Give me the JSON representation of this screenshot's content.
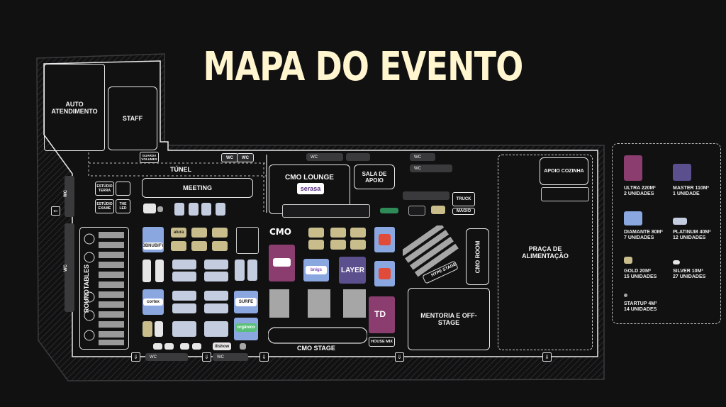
{
  "title": "MAPA DO EVENTO",
  "zones": {
    "auto_atendimento": "AUTO ATENDIMENTO",
    "staff": "STAFF",
    "guarda_volumes": "GUARDA VOLUMES",
    "tunel": "TÚNEL",
    "meeting": "MEETING",
    "estudio_terra": "ESTÚDIO TERRA",
    "estudio_exame": "ESTÚDIO EXAME",
    "the_led": "THE LED",
    "cmo_lounge": "CMO LOUNGE",
    "sala_apoio": "SALA DE APOIO",
    "truck": "TRUCK",
    "magio": "MAGIO",
    "cmo": "CMO",
    "cmo_room": "CMO ROOM",
    "hype_stage": "HYPE STAGE",
    "mentoria": "MENTORIA E OFF-STAGE",
    "cmo_stage": "CMO STAGE",
    "house_mix": "HOUSE MIX",
    "roundtables": "ROUNDTABLES",
    "praca": "PRAÇA DE ALIMENTAÇÃO",
    "apoio_cozinha": "APOIO COZINHA",
    "wc": "WC"
  },
  "brands": {
    "serasa": "serasa",
    "bebullify": "BBNUBIFY",
    "alura": "alura",
    "cortex": "cortex",
    "surfe": "SURFE",
    "organico": "orgânico",
    "layer": "LAYER",
    "bngs": "bnigs",
    "ilishow": "ilishow",
    "td": "TD"
  },
  "legend": [
    {
      "label": "ULTRA 220M²",
      "units": "2 UNIDADES",
      "color": "#8a3d6e"
    },
    {
      "label": "MASTER 110M²",
      "units": "1 UNIDADE",
      "color": "#5b4f8e"
    },
    {
      "label": "DIAMANTE 80M²",
      "units": "7 UNIDADES",
      "color": "#8ba7df"
    },
    {
      "label": "PLATINUM 40M²",
      "units": "12 UNIDADES",
      "color": "#c4cde0"
    },
    {
      "label": "GOLD 20M²",
      "units": "15 UNIDADES",
      "color": "#c9bd8c"
    },
    {
      "label": "SILVER 10M²",
      "units": "27 UNIDADES",
      "color": "#e6e6e6"
    },
    {
      "label": "STARTUP 4M²",
      "units": "14 UNIDADES",
      "color": "#a6a6a6"
    }
  ]
}
